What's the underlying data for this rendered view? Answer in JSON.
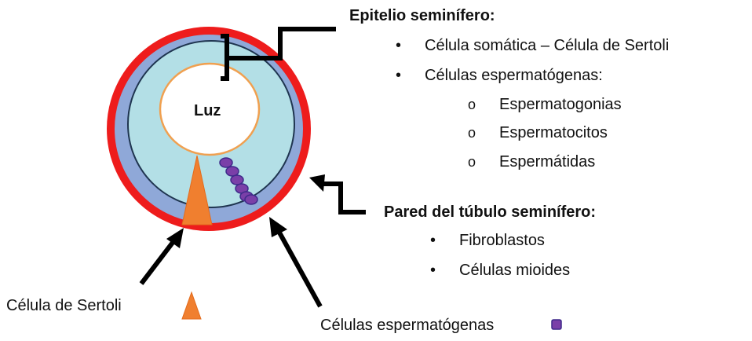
{
  "center_label": "Luz",
  "epitelio": {
    "title": "Epitelio seminífero:",
    "items": [
      "Célula somática – Célula de Sertoli",
      "Células espermatógenas:"
    ],
    "subitems": [
      "Espermatogonias",
      "Espermatocitos",
      "Espermátidas"
    ]
  },
  "pared": {
    "title": "Pared del túbulo seminífero:",
    "items": [
      "Fibroblastos",
      "Células mioides"
    ]
  },
  "legend": {
    "sertoli": "Célula de Sertoli",
    "espermatogenas": "Células espermatógenas"
  },
  "colors": {
    "wall": "#ee1c1c",
    "epithelium": "#8fa8d8",
    "inner": "#b3dfe6",
    "lumen_border": "#f0a050",
    "sertoli": "#f07f2f",
    "germ_cell": "#7a3fa8",
    "germ_cell_border": "#3e2a8a",
    "line": "#000000"
  }
}
